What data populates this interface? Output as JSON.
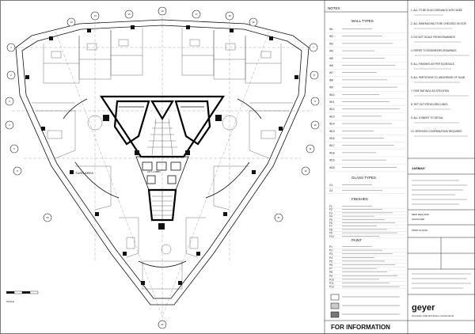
{
  "plan": {
    "labels": {
      "turn_area": "TURN AREA",
      "lift_lobby": "LIFT LOBBY"
    },
    "grid_bubbles": [
      "1",
      "2",
      "3",
      "4",
      "5",
      "6",
      "7",
      "8",
      "9",
      "10",
      "11",
      "12",
      "13",
      "14",
      "15",
      "16",
      "17",
      "18",
      "19",
      "20",
      "21",
      "22"
    ],
    "scale_label": "SCALE"
  },
  "notes_panel": {
    "title": "NOTES",
    "notes": [
      "1. ALL TO BE IN ACCORDANCE WITH NZBC",
      "2. ALL DIMENSIONS TO BE CHECKED ON SITE",
      "3. DO NOT SCALE FROM DRAWINGS",
      "4. REFER TO ENGINEERS DRAWINGS",
      "5. ALL FINISHES AS PER SCHEDULE",
      "6. ALL PARTITIONS TO UNDERSIDE OF SLAB",
      "7. FIRE RATINGS AS SPECIFIED",
      "8. SET OUT FROM GRID LINES",
      "9. ALL JOINERY TO DETAIL",
      "10. SERVICES COORDINATION REQUIRED"
    ]
  },
  "wall_types": {
    "title": "WALL TYPES",
    "codes": [
      "W1",
      "W2",
      "W3",
      "W4",
      "W5",
      "W6",
      "W7",
      "W8",
      "W9",
      "W10",
      "W11",
      "W12",
      "W13",
      "W14",
      "W15",
      "W16",
      "W17",
      "W18",
      "W19",
      "W20"
    ]
  },
  "glass_types": {
    "title": "GLASS TYPES",
    "codes": [
      "G1",
      "G2"
    ]
  },
  "finishes": {
    "title": "FINISHES",
    "codes": [
      "F1",
      "F2",
      "F3",
      "F4",
      "F5",
      "F6",
      "F7",
      "F8",
      "F9",
      "F10"
    ]
  },
  "paint": {
    "title": "PAINT",
    "codes": [
      "P1",
      "P2",
      "P3",
      "P4",
      "P5",
      "P6",
      "P7",
      "P8",
      "P9",
      "P10",
      "P11",
      "P12"
    ]
  },
  "title_block": {
    "project": "JASMAX",
    "client_lines": [
      "NEW ZEALAND",
      "AUCKLAND"
    ],
    "drawing_title": "FIRST FLOOR",
    "stamp": "FOR INFORMATION",
    "company": "geyer",
    "tagline": "corporate retail and future environments"
  }
}
